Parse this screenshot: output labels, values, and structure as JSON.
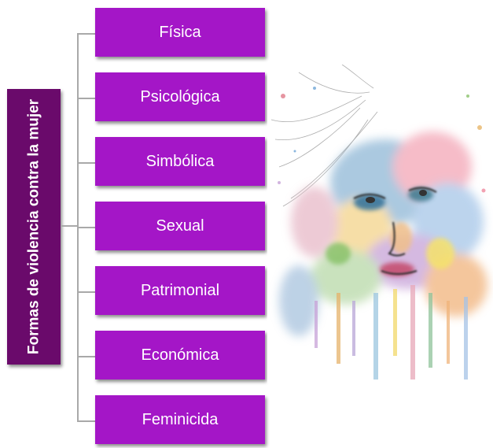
{
  "diagram": {
    "root": {
      "label": "Formas de violencia contra la mujer"
    },
    "children": [
      {
        "label": "Física"
      },
      {
        "label": "Psicológica"
      },
      {
        "label": "Simbólica"
      },
      {
        "label": "Sexual"
      },
      {
        "label": "Patrimonial"
      },
      {
        "label": "Económica"
      },
      {
        "label": "Feminicida"
      }
    ]
  },
  "colors": {
    "root_fill": "#6a0a6b",
    "leaf_fill": "#a416c7",
    "connector": "#a9a9a9",
    "text": "#ffffff"
  },
  "illustration": {
    "subject": "watercolor-woman-face"
  }
}
